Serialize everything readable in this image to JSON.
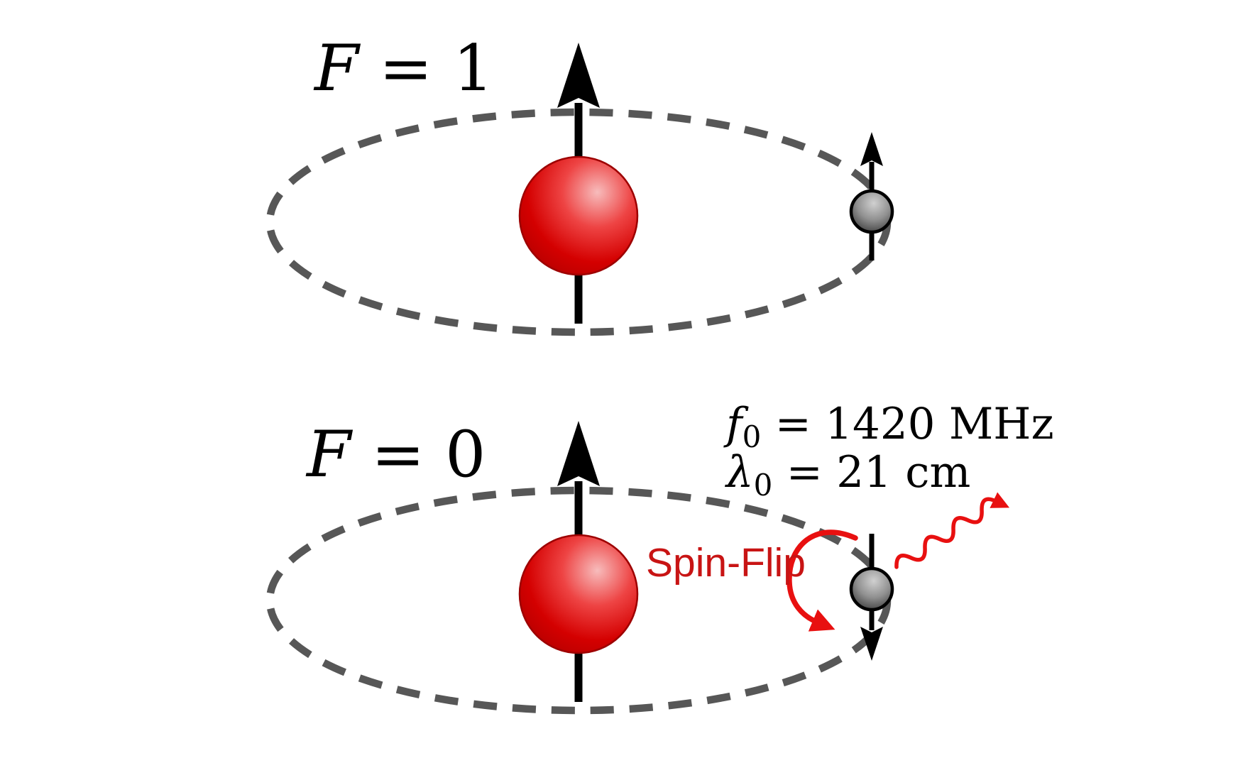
{
  "canvas": {
    "background": "#ffffff"
  },
  "colors": {
    "orbit_gray": "#575757",
    "arrow_black": "#000000",
    "proton_red": "#d40000",
    "proton_highlight": "#f7bcbc",
    "proton_mid": "#ee4444",
    "proton_dark": "#b00000",
    "proton_outline": "#9d0000",
    "electron_highlight": "#d0d0d0",
    "electron_mid": "#909090",
    "electron_dark": "#3c3c3c",
    "electron_edge": "#1a1a1a",
    "electron_outline": "#000000",
    "spin_flip_text_red": "#c81414",
    "photon_red": "#e81010"
  },
  "panels": {
    "f1": {
      "state_label": {
        "symbol": "F",
        "rest": " = 1"
      }
    },
    "f0": {
      "state_label": {
        "symbol": "F",
        "rest": " = 0"
      },
      "frequency_label": {
        "symbol": "f",
        "subscript": "0",
        "rest": " = 1420 MHz"
      },
      "wavelength_label": {
        "symbol": "λ",
        "subscript": "0",
        "rest": " = 21 cm"
      },
      "spin_flip_label": "Spin-Flip"
    }
  }
}
